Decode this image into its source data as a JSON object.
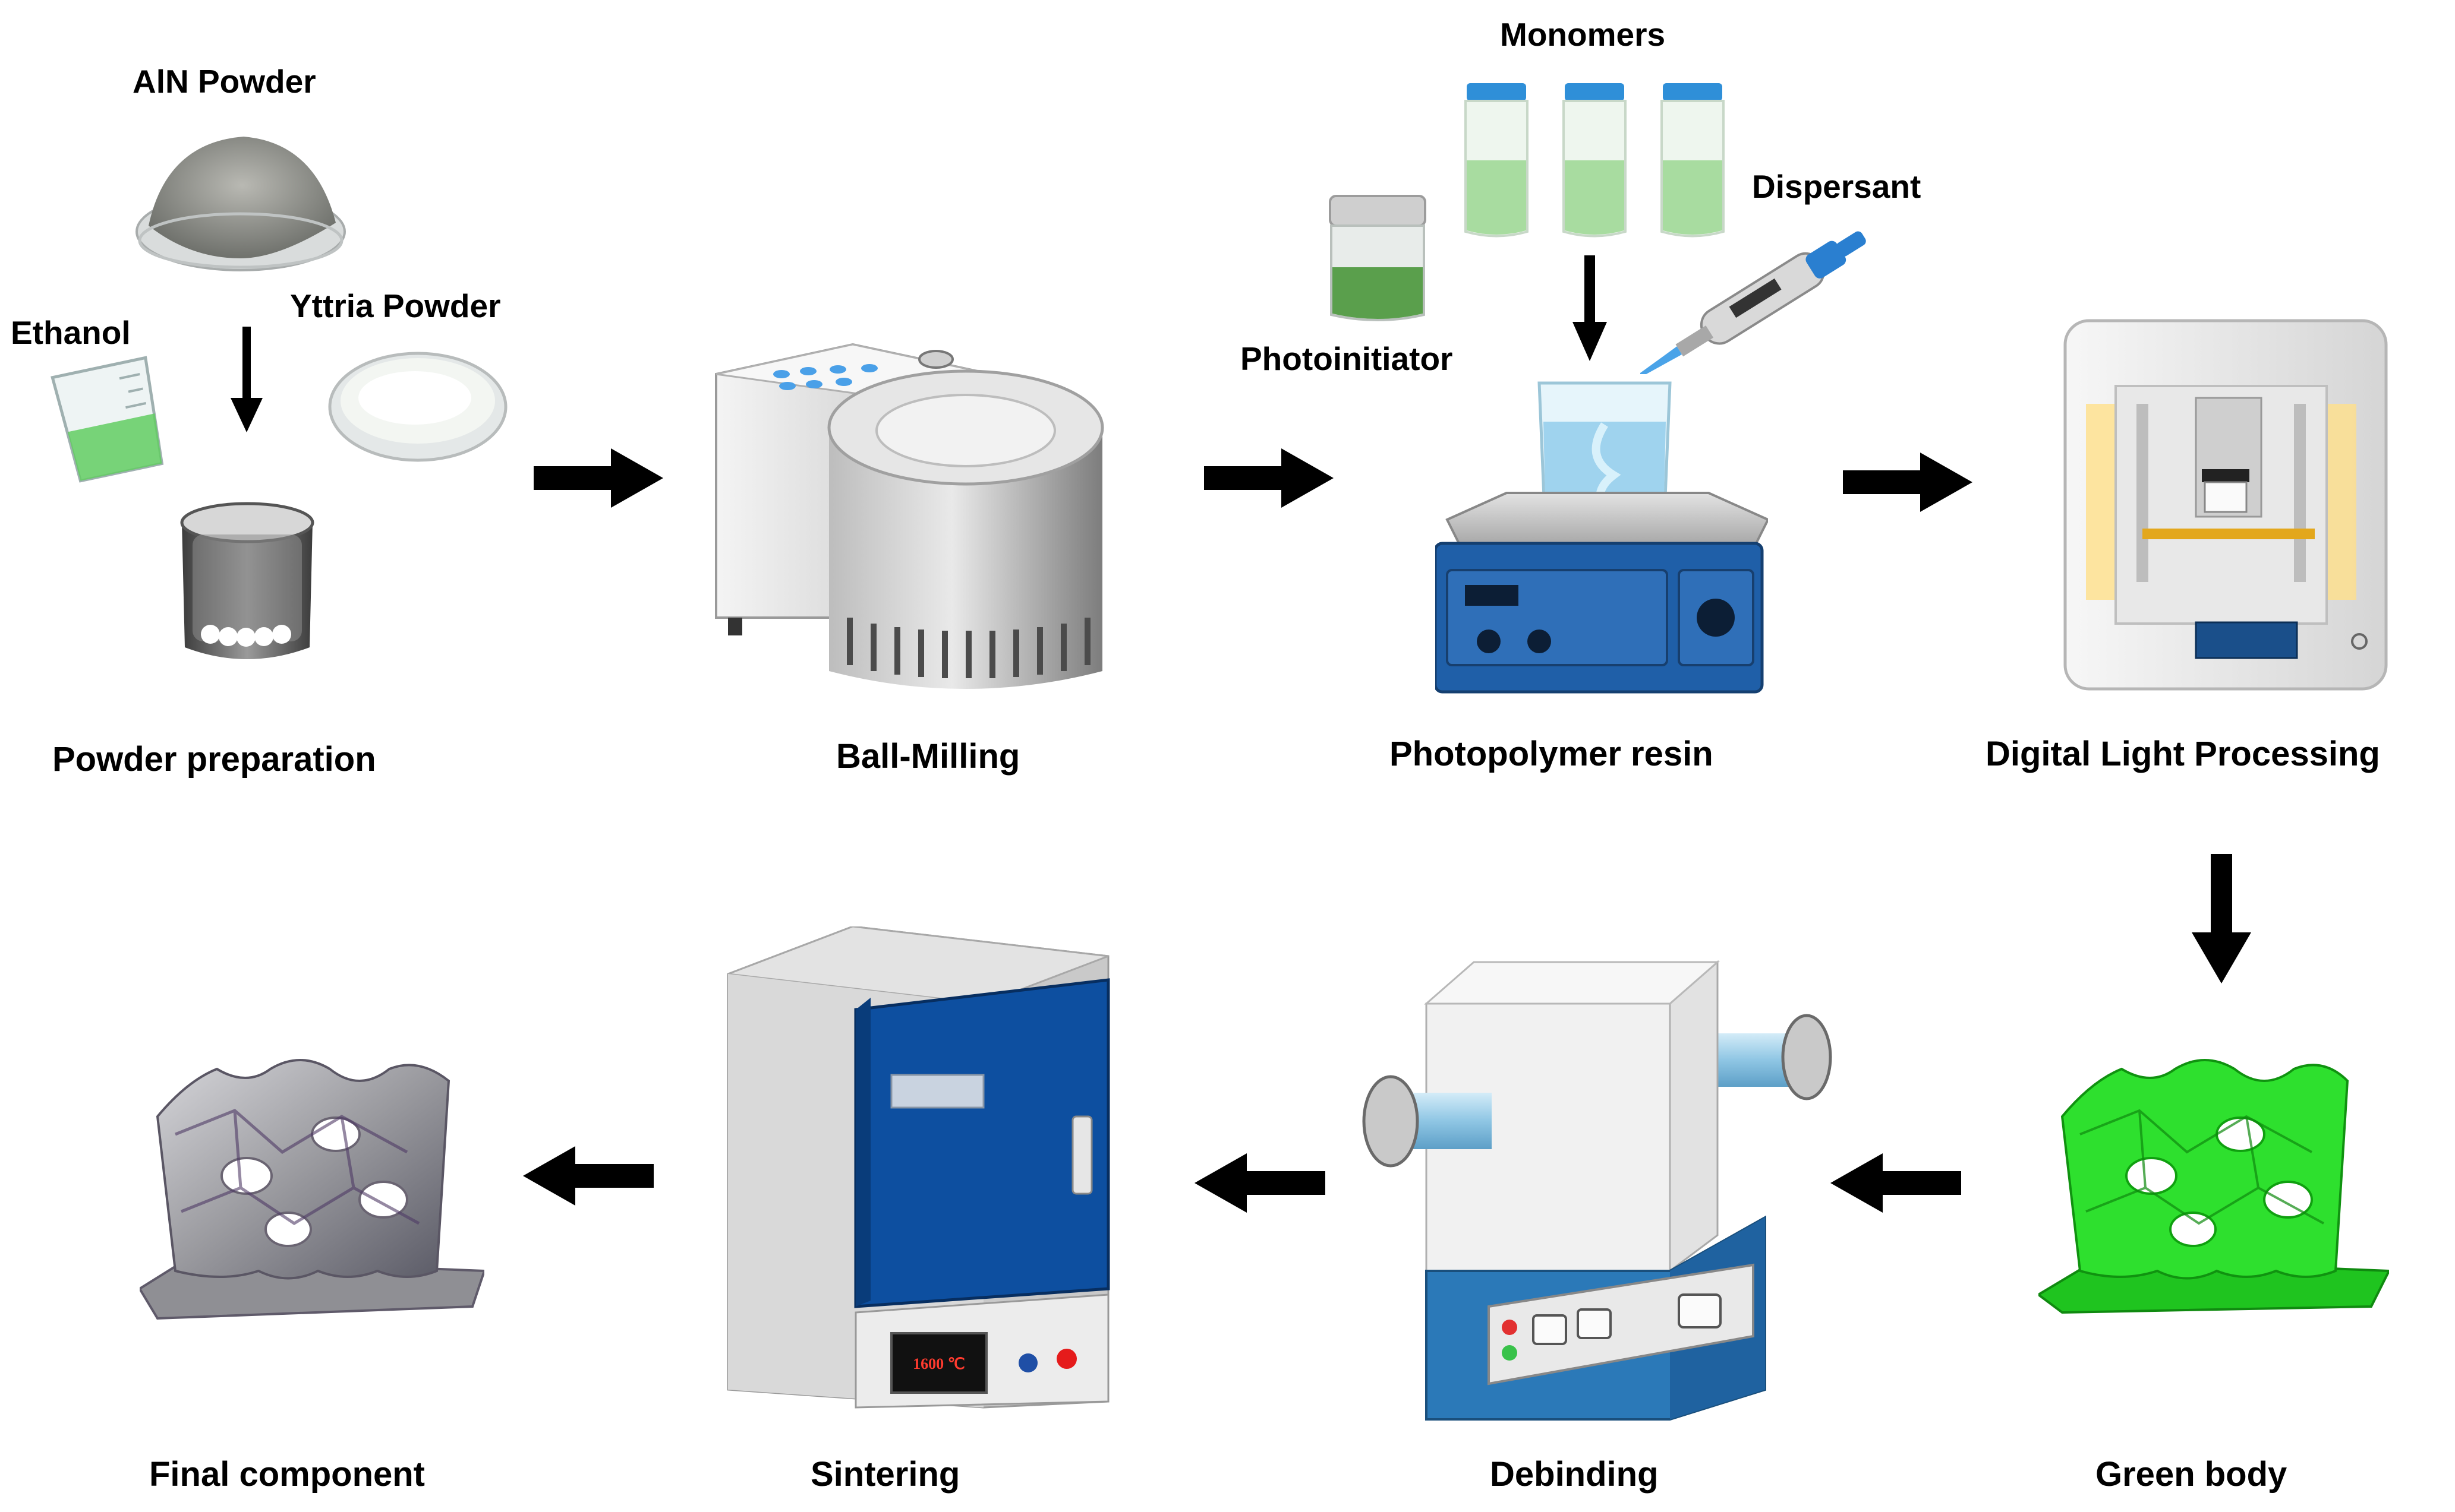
{
  "ingredients": {
    "aln": "AlN Powder",
    "ethanol": "Ethanol",
    "yttria": "Yttria Powder",
    "monomers": "Monomers",
    "dispersant": "Dispersant",
    "photoinitiator": "Photoinitiator"
  },
  "steps": {
    "powder_prep": "Powder preparation",
    "ball_milling": "Ball-Milling",
    "resin": "Photopolymer resin",
    "dlp": "Digital Light Processing",
    "green_body": "Green body",
    "debinding": "Debinding",
    "sintering": "Sintering",
    "final": "Final component"
  },
  "furnace": {
    "temperature": "1600 ℃"
  },
  "colors": {
    "arrow": "#000000",
    "green_body": "#2ee02e",
    "final_component": "#9a9a9f",
    "furnace_door": "#0d4fa0",
    "stirrer_base": "#1f5fa8",
    "printer_panel": "#1a4f8a",
    "resin": "#9fd3ee"
  }
}
